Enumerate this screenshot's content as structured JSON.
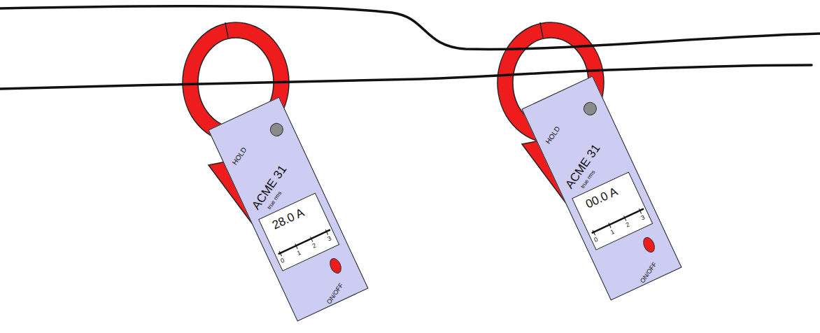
{
  "diagram": {
    "nodes": [
      {
        "text": [
          "HOLD",
          "ACME 31",
          "true rms",
          "ON/OFF"
        ]
      },
      {
        "text": [
          "28.0 A",
          "0",
          "1",
          "2",
          "3"
        ],
        "in": 0
      },
      {
        "text": [
          "HOLD",
          "ACME 31",
          "true rms",
          "ON/OFF"
        ]
      },
      {
        "text": [
          "00.0 A",
          "0",
          "1",
          "2",
          "3"
        ],
        "in": 2
      }
    ]
  }
}
